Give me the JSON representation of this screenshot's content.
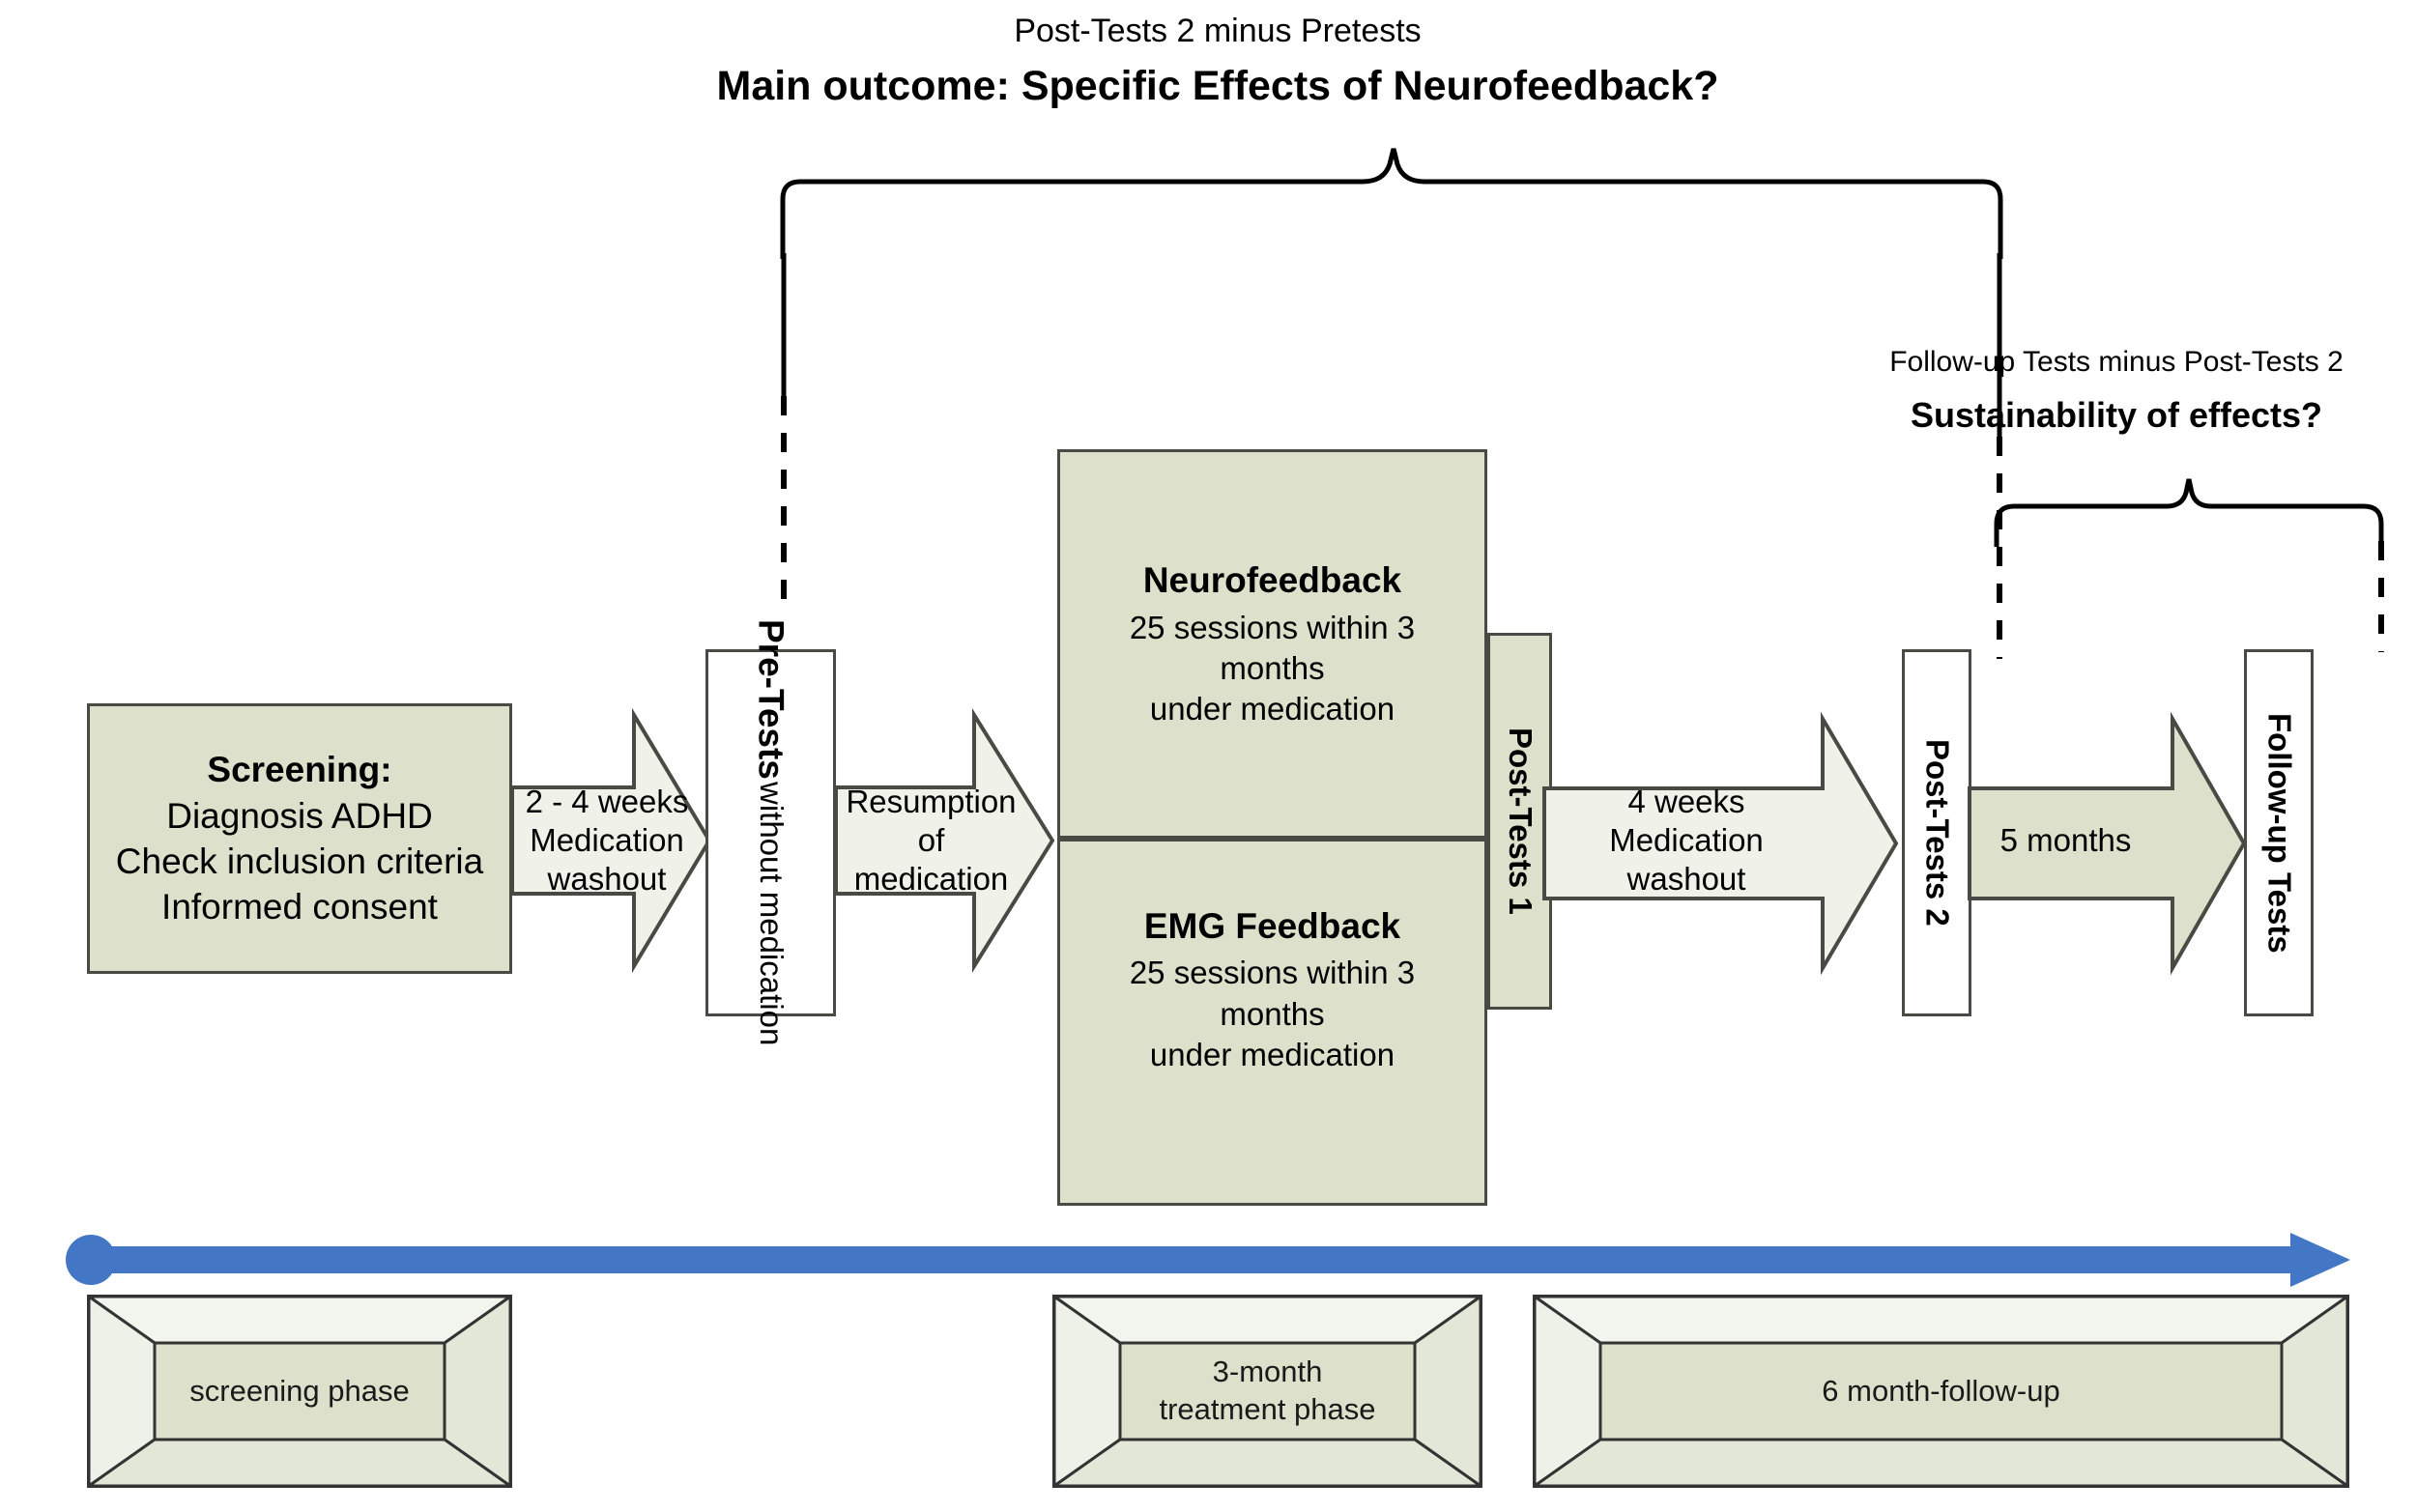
{
  "figure": {
    "title_top_small": "Post-Tests 2 minus Pretests",
    "title_top_main": "Main outcome: Specific Effects of Neurofeedback?",
    "title_right_small": "Follow-up Tests minus Post-Tests 2",
    "title_right_main": "Sustainability of effects?"
  },
  "colors": {
    "box_fill_green": "#dde1cc",
    "box_fill_white": "#ffffff",
    "arrow_fill": "#f0f1e8",
    "border": "#4a4a44",
    "timeline_blue": "#4376c4",
    "bevel_light": "#f2f4ee",
    "bevel_mid": "#e3e7d7"
  },
  "nodes": {
    "screening": {
      "heading": "Screening:",
      "line1": "Diagnosis ADHD",
      "line2": "Check inclusion criteria",
      "line3": "Informed consent"
    },
    "pretests": {
      "line1": "Pre-Tests",
      "line2": "without medication"
    },
    "neurofeedback": {
      "heading": "Neurofeedback",
      "line1": "25 sessions within 3",
      "line2": "months",
      "line3": "under medication"
    },
    "emg": {
      "heading": "EMG Feedback",
      "line1": "25 sessions within 3",
      "line2": "months",
      "line3": "under medication"
    },
    "posttests1": {
      "label": "Post-Tests 1"
    },
    "posttests2": {
      "label": "Post-Tests 2"
    },
    "followup": {
      "label": "Follow-up Tests"
    }
  },
  "arrows": {
    "washout1": "2 - 4 weeks\nMedication\nwashout",
    "resumption": "Resumption\nof\nmedication",
    "washout2": "4 weeks\nMedication washout",
    "months5": "5 months"
  },
  "timeline": {
    "phases": [
      {
        "label": "screening phase"
      },
      {
        "label": "3-month\ntreatment phase"
      },
      {
        "label": "6 month-follow-up"
      }
    ]
  }
}
